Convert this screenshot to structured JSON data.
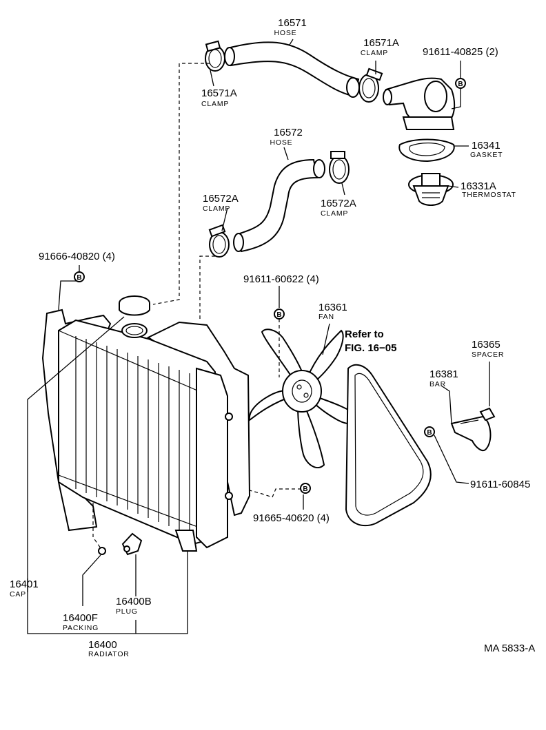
{
  "callouts": {
    "hose_upper": {
      "number": "16571",
      "name": "HOSE"
    },
    "clamp_upper_right": {
      "number": "16571A",
      "name": "CLAMP"
    },
    "bolt_outlet": {
      "number": "91611-40825 (2)"
    },
    "clamp_upper_left": {
      "number": "16571A",
      "name": "CLAMP"
    },
    "gasket": {
      "number": "16341",
      "name": "GASKET"
    },
    "hose_lower": {
      "number": "16572",
      "name": "HOSE"
    },
    "clamp_lower_left": {
      "number": "16572A",
      "name": "CLAMP"
    },
    "clamp_lower_right": {
      "number": "16572A",
      "name": "CLAMP"
    },
    "thermostat": {
      "number": "16331A",
      "name": "THERMOSTAT"
    },
    "bolt_radiator": {
      "number": "91666-40820 (4)"
    },
    "bolt_fan": {
      "number": "91611-60622 (4)"
    },
    "fan": {
      "number": "16361",
      "name": "FAN"
    },
    "refer": {
      "line1": "Refer to",
      "line2": "FIG. 16−05"
    },
    "spacer": {
      "number": "16365",
      "name": "SPACER"
    },
    "bar": {
      "number": "16381",
      "name": "BAR"
    },
    "bolt_bar": {
      "number": "91611-60845"
    },
    "bolt_shroud": {
      "number": "91665-40620 (4)"
    },
    "cap": {
      "number": "16401",
      "name": "CAP"
    },
    "plug": {
      "number": "16400B",
      "name": "PLUG"
    },
    "packing": {
      "number": "16400F",
      "name": "PACKING"
    },
    "radiator": {
      "number": "16400",
      "name": "RADIATOR"
    }
  },
  "bolt_symbol": "B",
  "drawing_code": "MA 5833-A"
}
